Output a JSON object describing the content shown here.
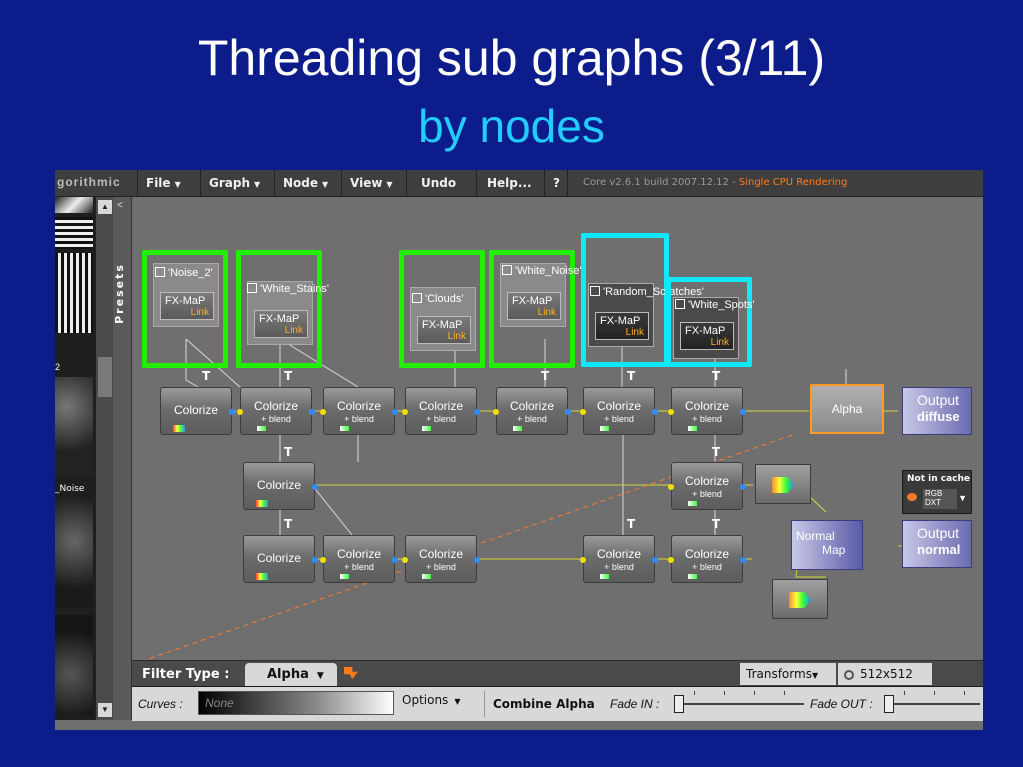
{
  "slide": {
    "title": "Threading sub graphs (3/11)",
    "subtitle": "by nodes"
  },
  "app": {
    "logo": "gorithmic",
    "menu": [
      {
        "label": "File",
        "has_dropdown": true
      },
      {
        "label": "Graph",
        "has_dropdown": true
      },
      {
        "label": "Node",
        "has_dropdown": true
      },
      {
        "label": "View",
        "has_dropdown": true
      },
      {
        "label": "Undo",
        "has_dropdown": false
      },
      {
        "label": "Help...",
        "has_dropdown": false
      },
      {
        "label": "?",
        "has_dropdown": false
      }
    ],
    "core_version": "Core v2.6.1 build 2007.12.12 -",
    "render_mode": "Single CPU Rendering",
    "presets_label": "Presets",
    "presets_toggle": "<",
    "left_panel_labels": [
      "2",
      "_Noise"
    ],
    "scroll_up": "▲",
    "scroll_down": "▼"
  },
  "graph": {
    "link_nodes": [
      {
        "name": "'Noise_2'",
        "fx": "FX-MaP",
        "link": "Link",
        "highlight": "green"
      },
      {
        "name": "'White_Stains'",
        "fx": "FX-MaP",
        "link": "Link",
        "highlight": "green"
      },
      {
        "name": "'Clouds'",
        "fx": "FX-MaP",
        "link": "Link",
        "highlight": "green"
      },
      {
        "name": "'White_Noise'",
        "fx": "FX-MaP",
        "link": "Link",
        "highlight": "green"
      },
      {
        "name": "'Random_Scratches'",
        "fx": "FX-MaP",
        "link": "Link",
        "highlight": "cyan"
      },
      {
        "name": "'White_Spots'",
        "fx": "FX-MaP",
        "link": "Link",
        "highlight": "cyan"
      }
    ],
    "thread_marker": "T",
    "node_colorize": "Colorize",
    "node_blend": "+ blend",
    "alpha_node": "Alpha",
    "output_diffuse": {
      "line1": "Output",
      "line2": "diffuse"
    },
    "output_normal": {
      "line1": "Output",
      "line2": "normal"
    },
    "normal_map": {
      "line1": "Normal",
      "line2": "Map"
    },
    "cache": {
      "title": "Not in cache",
      "format": "RGB\nDXT"
    }
  },
  "bottom": {
    "filter_type_label": "Filter Type :",
    "filter_type_value": "Alpha",
    "transforms": "Transforms",
    "resolution": "512x512",
    "curves_label": "Curves :",
    "curves_value": "None",
    "options": "Options",
    "combine_alpha": "Combine Alpha",
    "fade_in": "Fade IN :",
    "fade_out": "Fade OUT :"
  },
  "colors": {
    "slide_bg": "#0c1c8a",
    "subtitle": "#22ccff",
    "highlight_green": "#22ee00",
    "highlight_cyan": "#11e8ff",
    "accent_orange": "#ff7a1a"
  }
}
